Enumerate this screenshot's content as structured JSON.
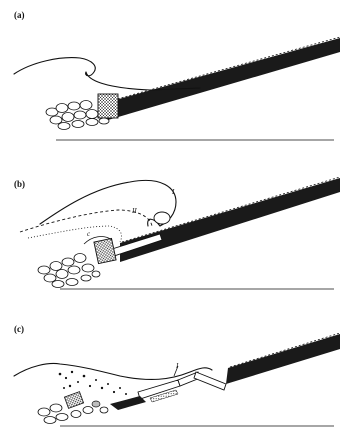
{
  "panels": [
    {
      "label": "(a)"
    },
    {
      "label": "(b)",
      "markers": [
        "I",
        "II",
        "c"
      ]
    },
    {
      "label": "(c)",
      "markers": [
        "I"
      ]
    }
  ]
}
